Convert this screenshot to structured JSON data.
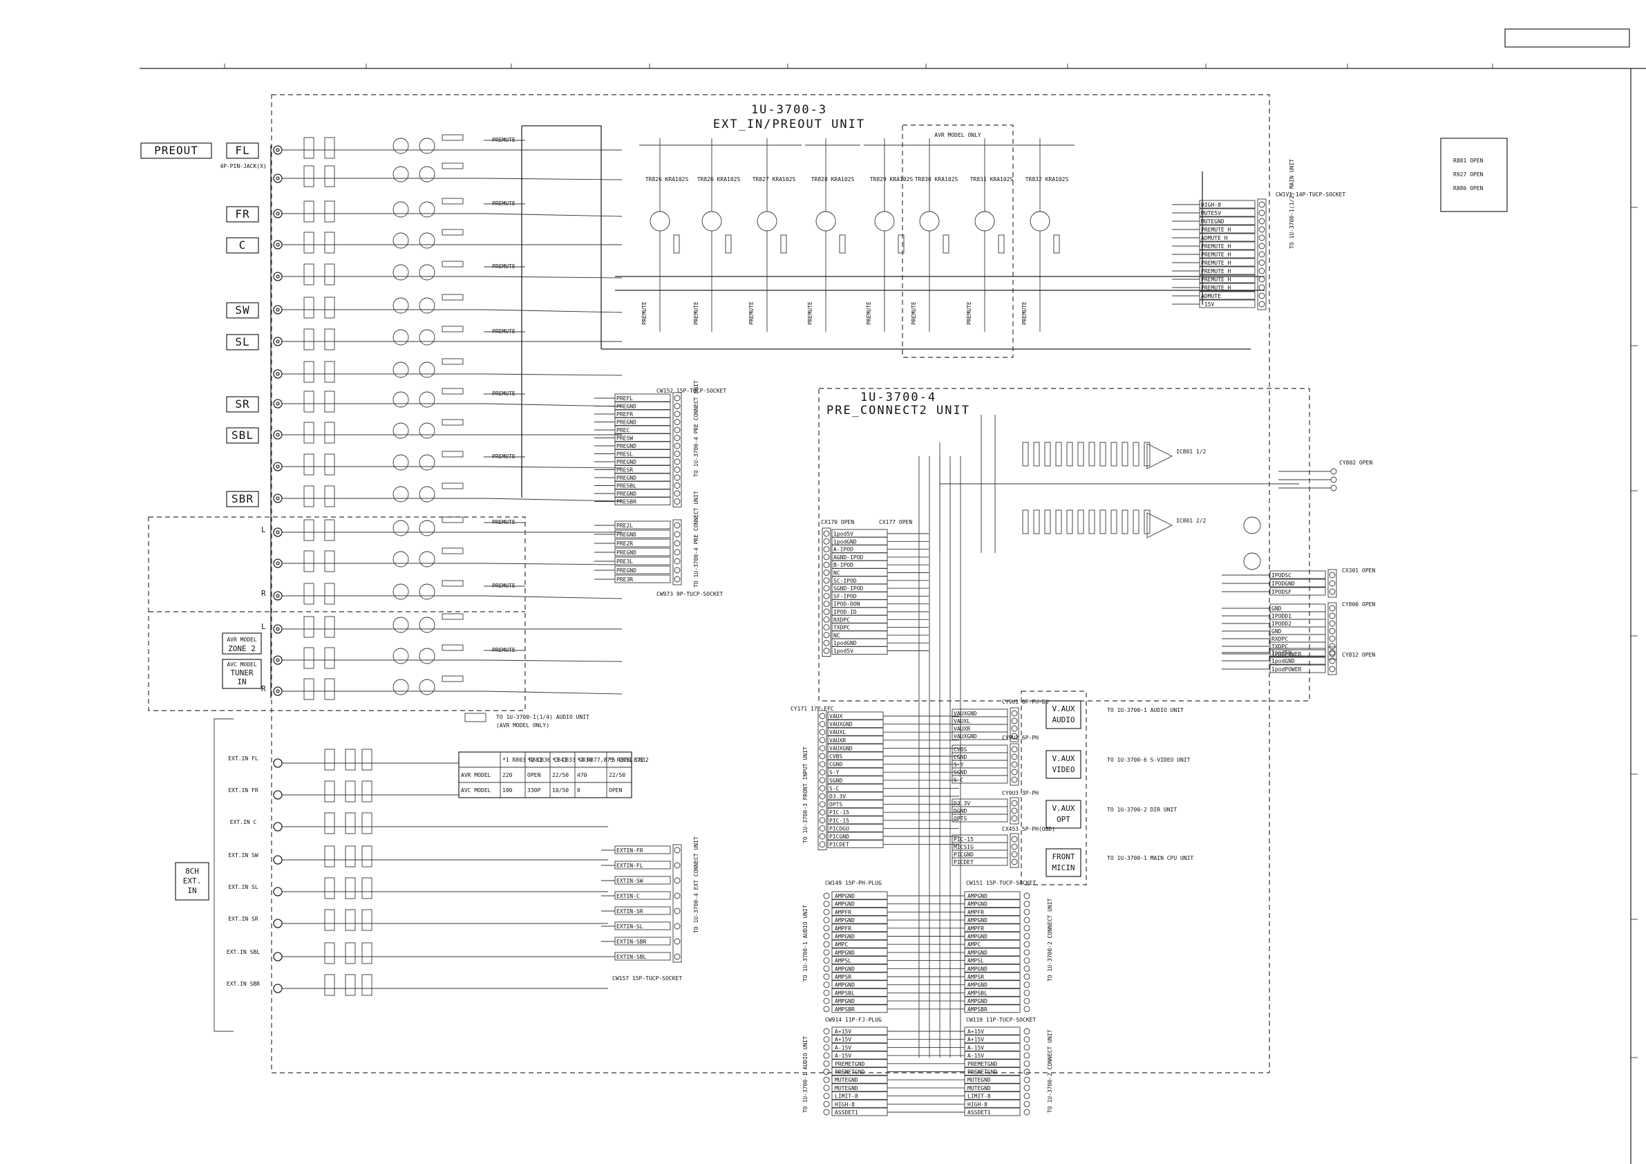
{
  "sheet": {
    "corner_box_text": ""
  },
  "unit_3": {
    "name": "1U-3700-3",
    "subtitle": "EXT_IN/PREOUT UNIT",
    "avr_only_label": "AVR MODEL ONLY",
    "preout_label": "PREOUT",
    "preout_jack_label": "4P-PIN-JACK(X)",
    "channels": [
      "FL",
      "FR",
      "C",
      "SW",
      "SL",
      "SR",
      "SBL",
      "SBR"
    ],
    "zone_labels": [
      "L",
      "R",
      "L",
      "R"
    ],
    "zone2_lines": [
      "AVR MODEL",
      "ZONE 2"
    ],
    "tuner_lines": [
      "AVC MODEL",
      "TUNER",
      "IN"
    ],
    "ext_in_label_lines": [
      "8CH",
      "EXT.",
      "IN"
    ],
    "ext_inputs": [
      "EXT.IN FL",
      "EXT.IN FR",
      "EXT.IN C",
      "EXT.IN SW",
      "EXT.IN SL",
      "EXT.IN SR",
      "EXT.IN SBL",
      "EXT.IN SBR"
    ],
    "transistors": [
      "TR826 KRA102S",
      "TR826 KRA102S",
      "TR827 KRA102S",
      "TR828 KRA102S",
      "TR829 KRA102S",
      "TR830 KRA102S",
      "TR831 KRA102S",
      "TR832 KRA102S"
    ],
    "preamp_signal": "PREMUTE",
    "cw1v1_label": "CW1V1 14P-TUCP-SOCKET",
    "cw1v1_pins": [
      "HIGH-8",
      "MUTE5V",
      "MUTEGND",
      "PREMUTE_H",
      "ADMUTE_H",
      "PREMUTE_H",
      "PREMUTE_H",
      "PREMUTE_H",
      "PREMUTE_H",
      "PREMUTE_H",
      "PREMUTE_H",
      "ADMUTE",
      "-15V"
    ],
    "cw152_label": "CW152 15P-TUCP-SOCKET",
    "cw152_pins": [
      "PREFL",
      "PREGND",
      "PREFR",
      "PREGND",
      "PREC",
      "PRESW",
      "PREGND",
      "PRESL",
      "PREGND",
      "PRESR",
      "PREGND",
      "PRESBL",
      "PREGND",
      "PRESBR"
    ],
    "cw973_label": "CW973 9P-TUCP-SOCKET",
    "cw973_pins": [
      "PRE2L",
      "PREGND",
      "PRE2R",
      "PREGND",
      "PRE3L",
      "PREGND",
      "PRE3R"
    ],
    "cw157_label": "CW157 15P-TUCP-SOCKET",
    "ext_signals": [
      "EXTIN-FR",
      "EXTIN-FL",
      "EXTIN-SW",
      "EXTIN-C",
      "EXTIN-SR",
      "EXTIN-SL",
      "EXTIN-SBR",
      "EXTIN-SBL"
    ],
    "to_connect_1": "TO 1U-3700-4 PRE CONNECT UNIT",
    "to_connect_2": "TO 1U-3700-4 PRE CONNECT UNIT",
    "to_connect_3": "TO 1U-3700-4 EXT CONNECT UNIT",
    "to_main": "TO 1U-3700-1(1/2) MAIN UNIT",
    "to_audio": "TO 1U-3700-1(1/4) AUDIO UNIT",
    "avr_note": "(AVR MODEL ONLY)",
    "legend_box_lines": [
      "R881 OPEN",
      "R927 OPEN",
      "R886 OPEN"
    ]
  },
  "model_table": {
    "headers": [
      "",
      "*1 R803 R881",
      "*2 C836 C841",
      "*3 C833 C830",
      "*4 R877,873 R876,871",
      "*5 C831 C832"
    ],
    "rows": [
      [
        "AVR MODEL",
        "220",
        "OPEN",
        "22/50",
        "470",
        "22/50"
      ],
      [
        "AVC MODEL",
        "100",
        "330P",
        "10/50",
        "0",
        "OPEN"
      ]
    ]
  },
  "unit_4": {
    "name": "1U-3700-4",
    "subtitle": "PRE_CONNECT2 UNIT",
    "ic_labels": [
      "IC801 1/2",
      "IC801 2/2"
    ],
    "cy802_label": "CY802 OPEN",
    "cx170_label": "CX170 OPEN",
    "cx177_label": "CX177 OPEN",
    "cx170_pins": [
      "1pod5V",
      "1podGND",
      "A-IPOD",
      "AGND-IPOD",
      "B-IPOD",
      "NC",
      "SC-IPOD",
      "SGND-IPOD",
      "SF-IPOD",
      "IPOD-DON",
      "IPOD-ID",
      "RXDPC",
      "TXDPC",
      "NC",
      "1podGND",
      "1pod5V"
    ],
    "cx301_label": "CX301 OPEN",
    "cx301_pins": [
      "IPODSC",
      "IPODGND",
      "IPODSF"
    ],
    "cy800_label": "CY800 OPEN",
    "cy800_pins": [
      "GND",
      "IPODD1",
      "IPODD2",
      "GND",
      "RXDPC",
      "TXDPC",
      "IPODPOWER"
    ],
    "cy812_label": "CY812 OPEN",
    "cy812_pins": [
      "1pod5V",
      "1podGND",
      "1podPOWER"
    ],
    "cy171_label": "CY171 17P-FFC",
    "cy171_pins": [
      "VAUX",
      "VAUXGND",
      "VAUXL",
      "VAUXR",
      "VAUXGND",
      "CVBS",
      "CGND",
      "S-Y",
      "SGND",
      "S-C",
      "D3.3V",
      "OPTS",
      "PIC-15",
      "PIC-15",
      "PICDGU",
      "PICGND",
      "PICDET"
    ],
    "to_front": "TO 1U-3700-3 FRONT INPUT UNIT",
    "vaux_audio": [
      "V.AUX",
      "AUDIO"
    ],
    "vaux_video": [
      "V.AUX",
      "VIDEO"
    ],
    "vaux_opt": [
      "V.AUX",
      "OPT"
    ],
    "front_micin": [
      "FRONT",
      "MICIN"
    ],
    "to_audio_unit": "TO 1U-3700-1 AUDIO UNIT",
    "to_svideo_unit": "TO 1U-3700-6 S-VIDEO UNIT",
    "to_dir_unit": "TO 1U-3700-2 DIR UNIT",
    "to_main_cpu": "TO 1U-3700-1 MAIN CPU UNIT",
    "cy9u1_label": "CY9U1 6P-PH-BU",
    "cy9u1_pins": [
      "VAUXGND",
      "VAUXL",
      "VAUXR",
      "VAUXGND"
    ],
    "cy9u2_label": "CY9U2 6P-PH",
    "cy9u2_pins": [
      "CVBS",
      "CGND",
      "S-Y",
      "SGND",
      "S-C"
    ],
    "cy9u3_label": "CY9U3 3P-PH",
    "cy9u3_pins": [
      "D3.3V",
      "DGND",
      "OPTS"
    ],
    "cx453_label": "CX453 5P-PH(OBD)",
    "cx453_pins": [
      "PIC-15",
      "MICSIG",
      "PICGND",
      "PICDET"
    ],
    "cw149_label": "CW149 15P-PH-PLUG",
    "cw151_label": "CW151 15P-TUCP-SOCKET",
    "amp_pins": [
      "AMPGND",
      "AMPGND",
      "AMPFR",
      "AMPGND",
      "AMPFR",
      "AMPGND",
      "AMPC",
      "AMPGND",
      "AMPSL",
      "AMPGND",
      "AMPSR",
      "AMPGND",
      "AMPSBL",
      "AMPGND",
      "AMPSBR"
    ],
    "to_audio_unit_2": "TO 1U-3700-1 AUDIO UNIT",
    "to_connect": "TO 1U-3700-2 CONNECT UNIT",
    "cw914_label": "CW914 11P-FJ-PLUG",
    "cw119_label": "CW119 11P-TUCP-SOCKET",
    "power_pins": [
      "A+15V",
      "A+15V",
      "A-15V",
      "A-15V",
      "PREMETGND",
      "PREMETGND",
      "MUTEGND",
      "MUTEGND",
      "LIMIT-8",
      "HIGH-8",
      "ASSDET1"
    ],
    "to_audio_unit_3": "TO 1U-3700-1 AUDIO UNIT",
    "to_connect_2": "TO 1U-3700-2 CONNECT UNIT"
  }
}
